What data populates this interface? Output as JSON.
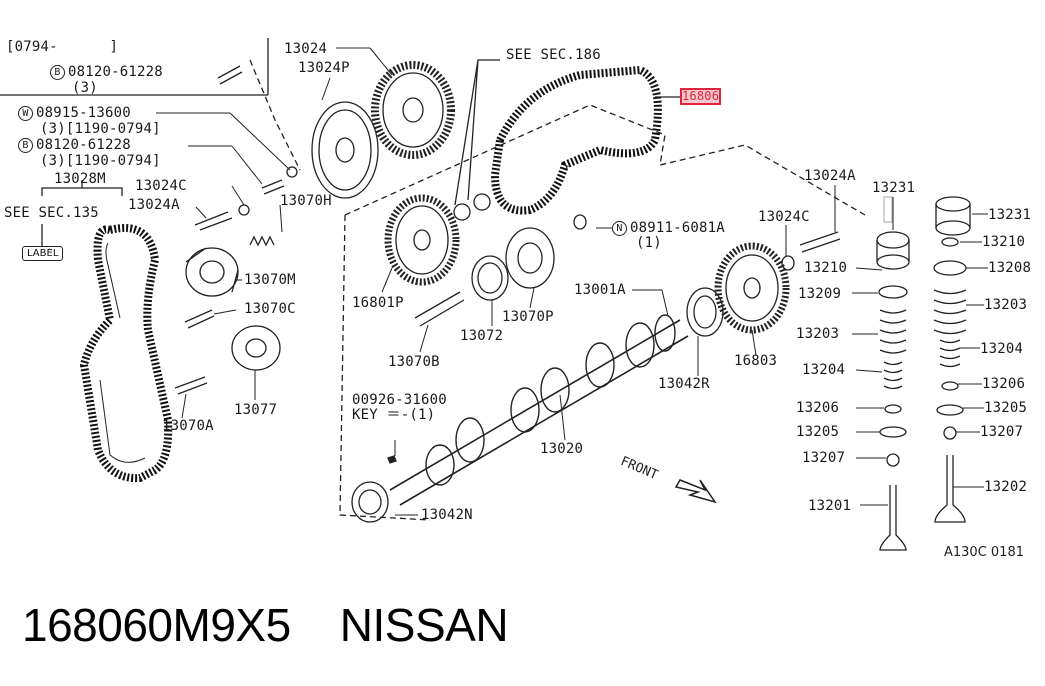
{
  "header_note": {
    "range": "[0794-      ]",
    "bolt": "08120-61228",
    "bolt_prefix": "B",
    "bolt_qty": "(3)"
  },
  "notes_left": [
    {
      "prefix": "W",
      "code": "08915-13600",
      "sub": "(3)[1190-0794]"
    },
    {
      "prefix": "B",
      "code": "08120-61228",
      "sub": "(3)[1190-0794]"
    }
  ],
  "see_sec_135": "SEE SEC.135",
  "see_sec_186": "SEE SEC.186",
  "label_box": "LABEL",
  "nut_note": {
    "prefix": "N",
    "code": "08911-6081A",
    "qty": "(1)"
  },
  "key_note": {
    "code": "00926-31600",
    "desc": "KEY ＝-(1)"
  },
  "parts": {
    "p13024": "13024",
    "p13024P": "13024P",
    "p13028M": "13028M",
    "p13024C_left": "13024C",
    "p13024A_left": "13024A",
    "p13070H": "13070H",
    "p13070M": "13070M",
    "p13070C": "13070C",
    "p13077": "13077",
    "p13070A": "13070A",
    "p16806": "16806",
    "p16801P": "16801P",
    "p13070B": "13070B",
    "p13072": "13072",
    "p13070P": "13070P",
    "p13001A": "13001A",
    "p13042R": "13042R",
    "p16803": "16803",
    "p13020": "13020",
    "p13042N": "13042N",
    "p13024A_right": "13024A",
    "p13024C_right": "13024C",
    "p13231_a": "13231",
    "p13210_a": "13210",
    "p13209": "13209",
    "p13203_a": "13203",
    "p13204_a": "13204",
    "p13206_a": "13206",
    "p13205_a": "13205",
    "p13207_a": "13207",
    "p13201": "13201",
    "p13231_b": "13231",
    "p13210_b": "13210",
    "p13208": "13208",
    "p13203_b": "13203",
    "p13204_b": "13204",
    "p13206_b": "13206",
    "p13205_b": "13205",
    "p13207_b": "13207",
    "p13202": "13202"
  },
  "front_label": "FRONT",
  "diagram_code": "A130C 0181",
  "caption": "168060M9X5    NISSAN",
  "highlight_color": "#e0243b"
}
